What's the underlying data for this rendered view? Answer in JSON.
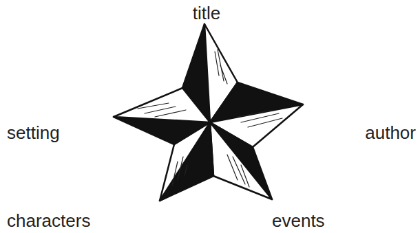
{
  "diagram": {
    "labels": [
      "title",
      "setting",
      "author",
      "characters",
      "events"
    ]
  }
}
